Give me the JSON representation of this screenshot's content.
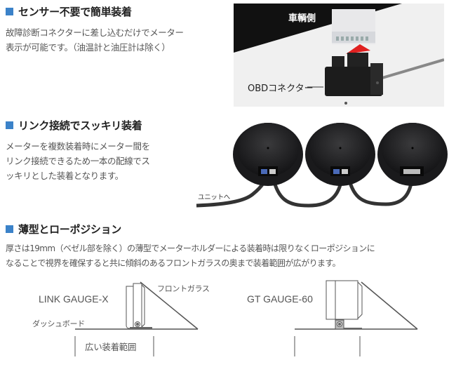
{
  "sections": [
    {
      "heading": "センサー不要で簡単装着",
      "lines": [
        "故障診断コネクターに差し込むだけでメーター",
        "表示が可能です。（油温計と油圧計は除く）"
      ]
    },
    {
      "heading": "リンク接続でスッキリ装着",
      "lines": [
        "メーターを複数装着時にメーター間を",
        "リンク接続できるため一本の配線でス",
        "ッキリとした装着となります。"
      ]
    },
    {
      "heading": "薄型とローポジション",
      "lines": [
        "厚さは19mm（ベゼル部を除く）の薄型でメーターホルダーによる装着時は限りなくローポジションに",
        "なることで視界を確保すると共に傾斜のあるフロントガラスの奥まで装着範囲が広がります。"
      ]
    }
  ],
  "obd_image": {
    "vehicle_side_label": "車輌側",
    "connector_label": "OBDコネクター"
  },
  "link_image": {
    "to_unit_label": "ユニットへ"
  },
  "diagram": {
    "left_model": "LINK GAUGE-X",
    "right_model": "GT GAUGE-60",
    "windshield_label": "フロントガラス",
    "dashboard_label": "ダッシュボード",
    "range_label": "広い装着範囲"
  },
  "colors": {
    "accent": "#3b82c9",
    "arrow": "#e02020"
  }
}
